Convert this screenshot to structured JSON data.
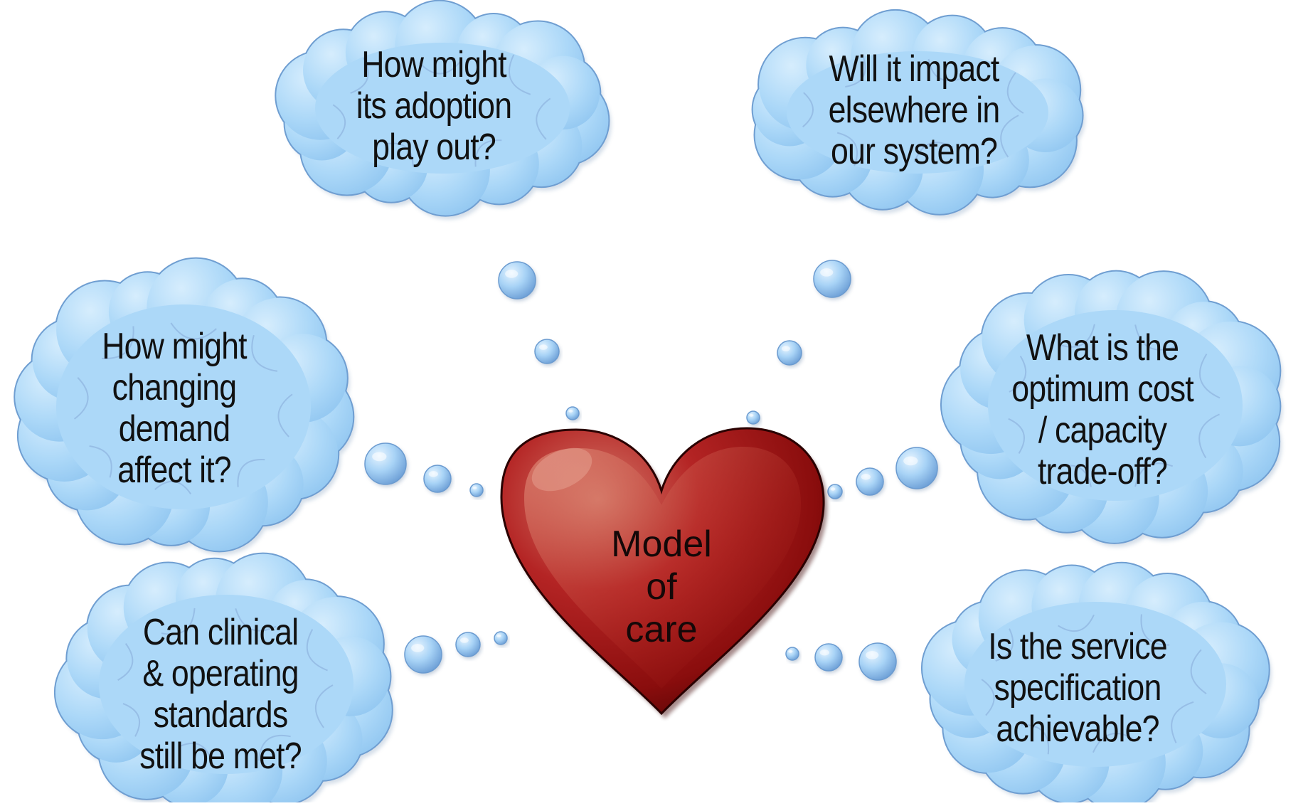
{
  "center": {
    "label_lines": [
      "Model",
      "of",
      "care"
    ]
  },
  "thoughts": [
    {
      "id": "adoption",
      "lines": [
        "How might",
        "its adoption",
        "play out?"
      ]
    },
    {
      "id": "impact",
      "lines": [
        "Will it impact",
        "elsewhere in",
        "our system?"
      ]
    },
    {
      "id": "demand",
      "lines": [
        "How might",
        "changing",
        "demand",
        "affect it?"
      ]
    },
    {
      "id": "cost",
      "lines": [
        "What is the",
        "optimum cost",
        "/ capacity",
        "trade-off?"
      ]
    },
    {
      "id": "standards",
      "lines": [
        "Can clinical",
        "& operating",
        "standards",
        "still be met?"
      ]
    },
    {
      "id": "specification",
      "lines": [
        "Is the service",
        "specification",
        "achievable?"
      ]
    }
  ],
  "colors": {
    "cloud_fill": "#a9d6f7",
    "cloud_edge": "#6f9ed1",
    "heart_fill": "#b51c1c",
    "heart_dark": "#5a0505"
  }
}
